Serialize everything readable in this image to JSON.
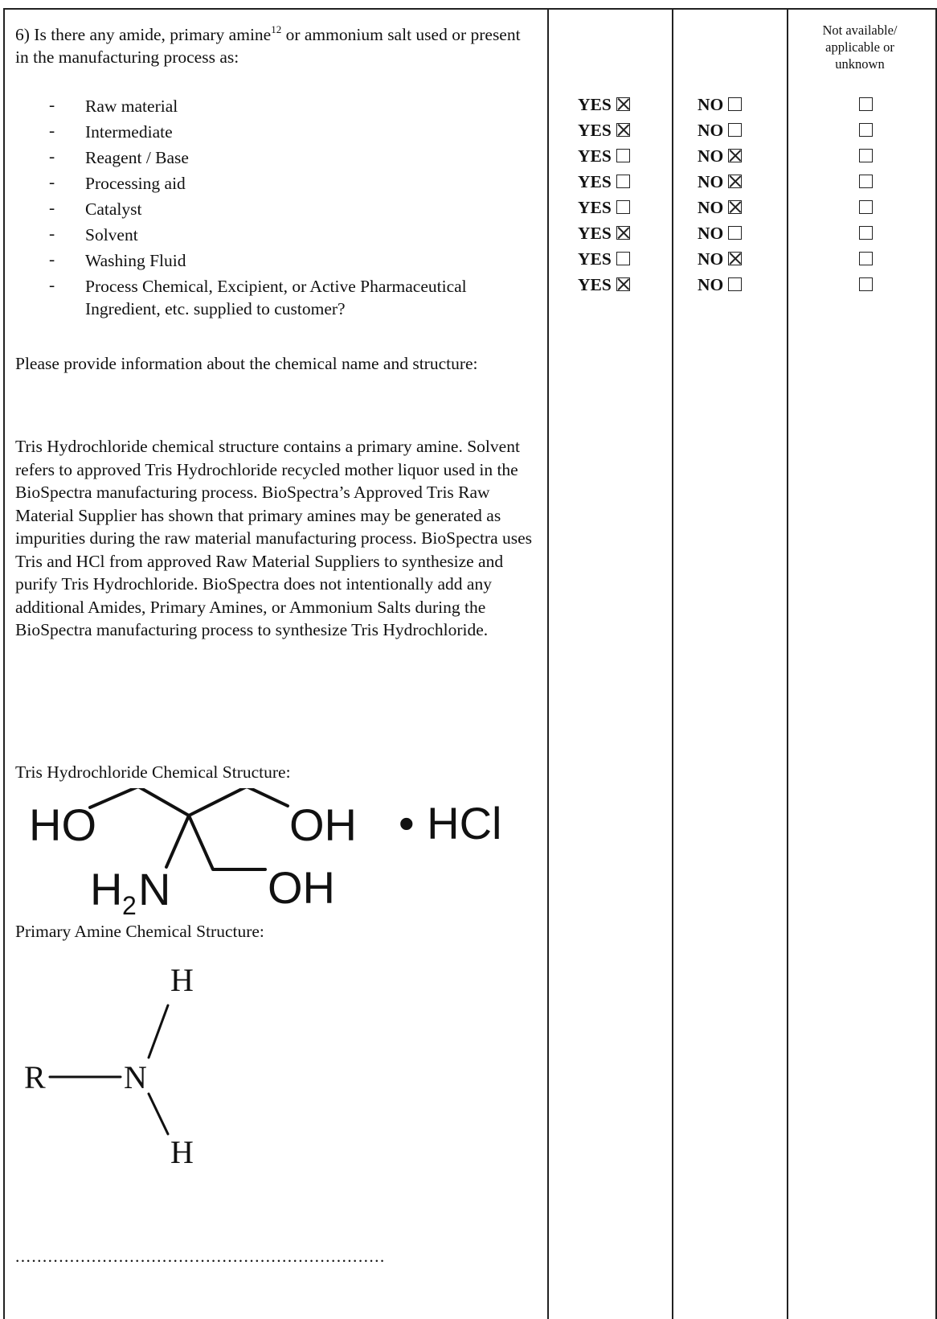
{
  "question": {
    "number": "6)",
    "text_before_sup": "Is there any amide, primary amine",
    "footnote": "12",
    "text_after_sup": " or ammonium salt used or present in the manufacturing process as:"
  },
  "na_header": [
    "Not available/",
    "applicable or",
    "unknown"
  ],
  "answer_labels": {
    "yes": "YES",
    "no": "NO"
  },
  "items": [
    {
      "label": "Raw material",
      "yes": true,
      "no": false,
      "na": false
    },
    {
      "label": "Intermediate",
      "yes": true,
      "no": false,
      "na": false
    },
    {
      "label": "Reagent / Base",
      "yes": false,
      "no": true,
      "na": false
    },
    {
      "label": "Processing aid",
      "yes": false,
      "no": true,
      "na": false
    },
    {
      "label": "Catalyst",
      "yes": false,
      "no": true,
      "na": false
    },
    {
      "label": "Solvent",
      "yes": true,
      "no": false,
      "na": false
    },
    {
      "label": "Washing Fluid",
      "yes": false,
      "no": true,
      "na": false
    },
    {
      "label": "Process Chemical, Excipient, or Active Pharmaceutical Ingredient, etc. supplied to customer?",
      "yes": true,
      "no": false,
      "na": false
    }
  ],
  "dash": "-",
  "info_prompt": "Please provide information about the chemical name and structure:",
  "explanation": "Tris Hydrochloride chemical structure contains a primary amine. Solvent refers to approved Tris Hydrochloride recycled mother liquor used in the BioSpectra manufacturing process. BioSpectra’s Approved Tris Raw Material Supplier has shown that primary amines may be generated as impurities during the raw material manufacturing process. BioSpectra uses Tris and HCl from approved Raw Material Suppliers to synthesize and purify Tris Hydrochloride. BioSpectra does not intentionally add any additional Amides, Primary Amines, or Ammonium Salts during the BioSpectra manufacturing process to synthesize Tris Hydrochloride.",
  "tris_caption": "Tris Hydrochloride Chemical Structure:",
  "tris_structure": {
    "ho": "HO",
    "oh1": "OH",
    "oh2": "OH",
    "h2n_h": "H",
    "h2n_sub": "2",
    "h2n_n": "N",
    "salt": "• HCl"
  },
  "amine_caption": "Primary Amine Chemical Structure:",
  "amine_structure": {
    "r": "R",
    "n": "N",
    "h_top": "H",
    "h_bottom": "H"
  },
  "dots": "...................................................................."
}
